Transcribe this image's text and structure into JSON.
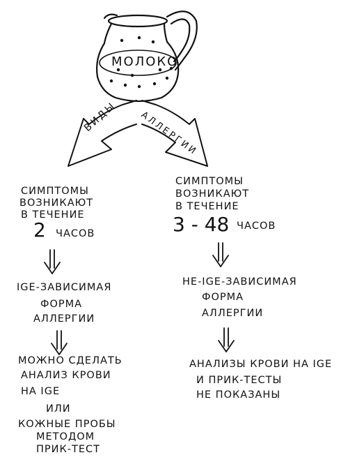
{
  "jug": {
    "label": "МОЛОКО"
  },
  "branch": {
    "left": "ВИДЫ",
    "right": "АЛЛЕРГИИ"
  },
  "left": {
    "symptoms": [
      "СИМПТОМЫ",
      "ВОЗНИКАЮТ",
      "В ТЕЧЕНИЕ"
    ],
    "time_value": "2",
    "time_unit": "ЧАСОВ",
    "form": [
      "IgE-ЗАВИСИМАЯ",
      "ФОРМА",
      "АЛЛЕРГИИ"
    ],
    "result": [
      "МОЖНО СДЕЛАТЬ",
      "АНАЛИЗ КРОВИ",
      "НА IgE",
      "ИЛИ",
      "КОЖНЫЕ ПРОБЫ",
      "МЕТОДОМ",
      "ПРИК-ТЕСТ"
    ]
  },
  "right": {
    "symptoms": [
      "СИМПТОМЫ",
      "ВОЗНИКАЮТ",
      "В ТЕЧЕНИЕ"
    ],
    "time_value": "3 - 48",
    "time_unit": "ЧАСОВ",
    "form": [
      "НЕ-IgE-ЗАВИСИМАЯ",
      "ФОРМА",
      "АЛЛЕРГИИ"
    ],
    "result": [
      "АНАЛИЗЫ КРОВИ НА IgE",
      "И ПРИК-ТЕСТЫ",
      "НЕ ПОКАЗАНЫ"
    ]
  }
}
